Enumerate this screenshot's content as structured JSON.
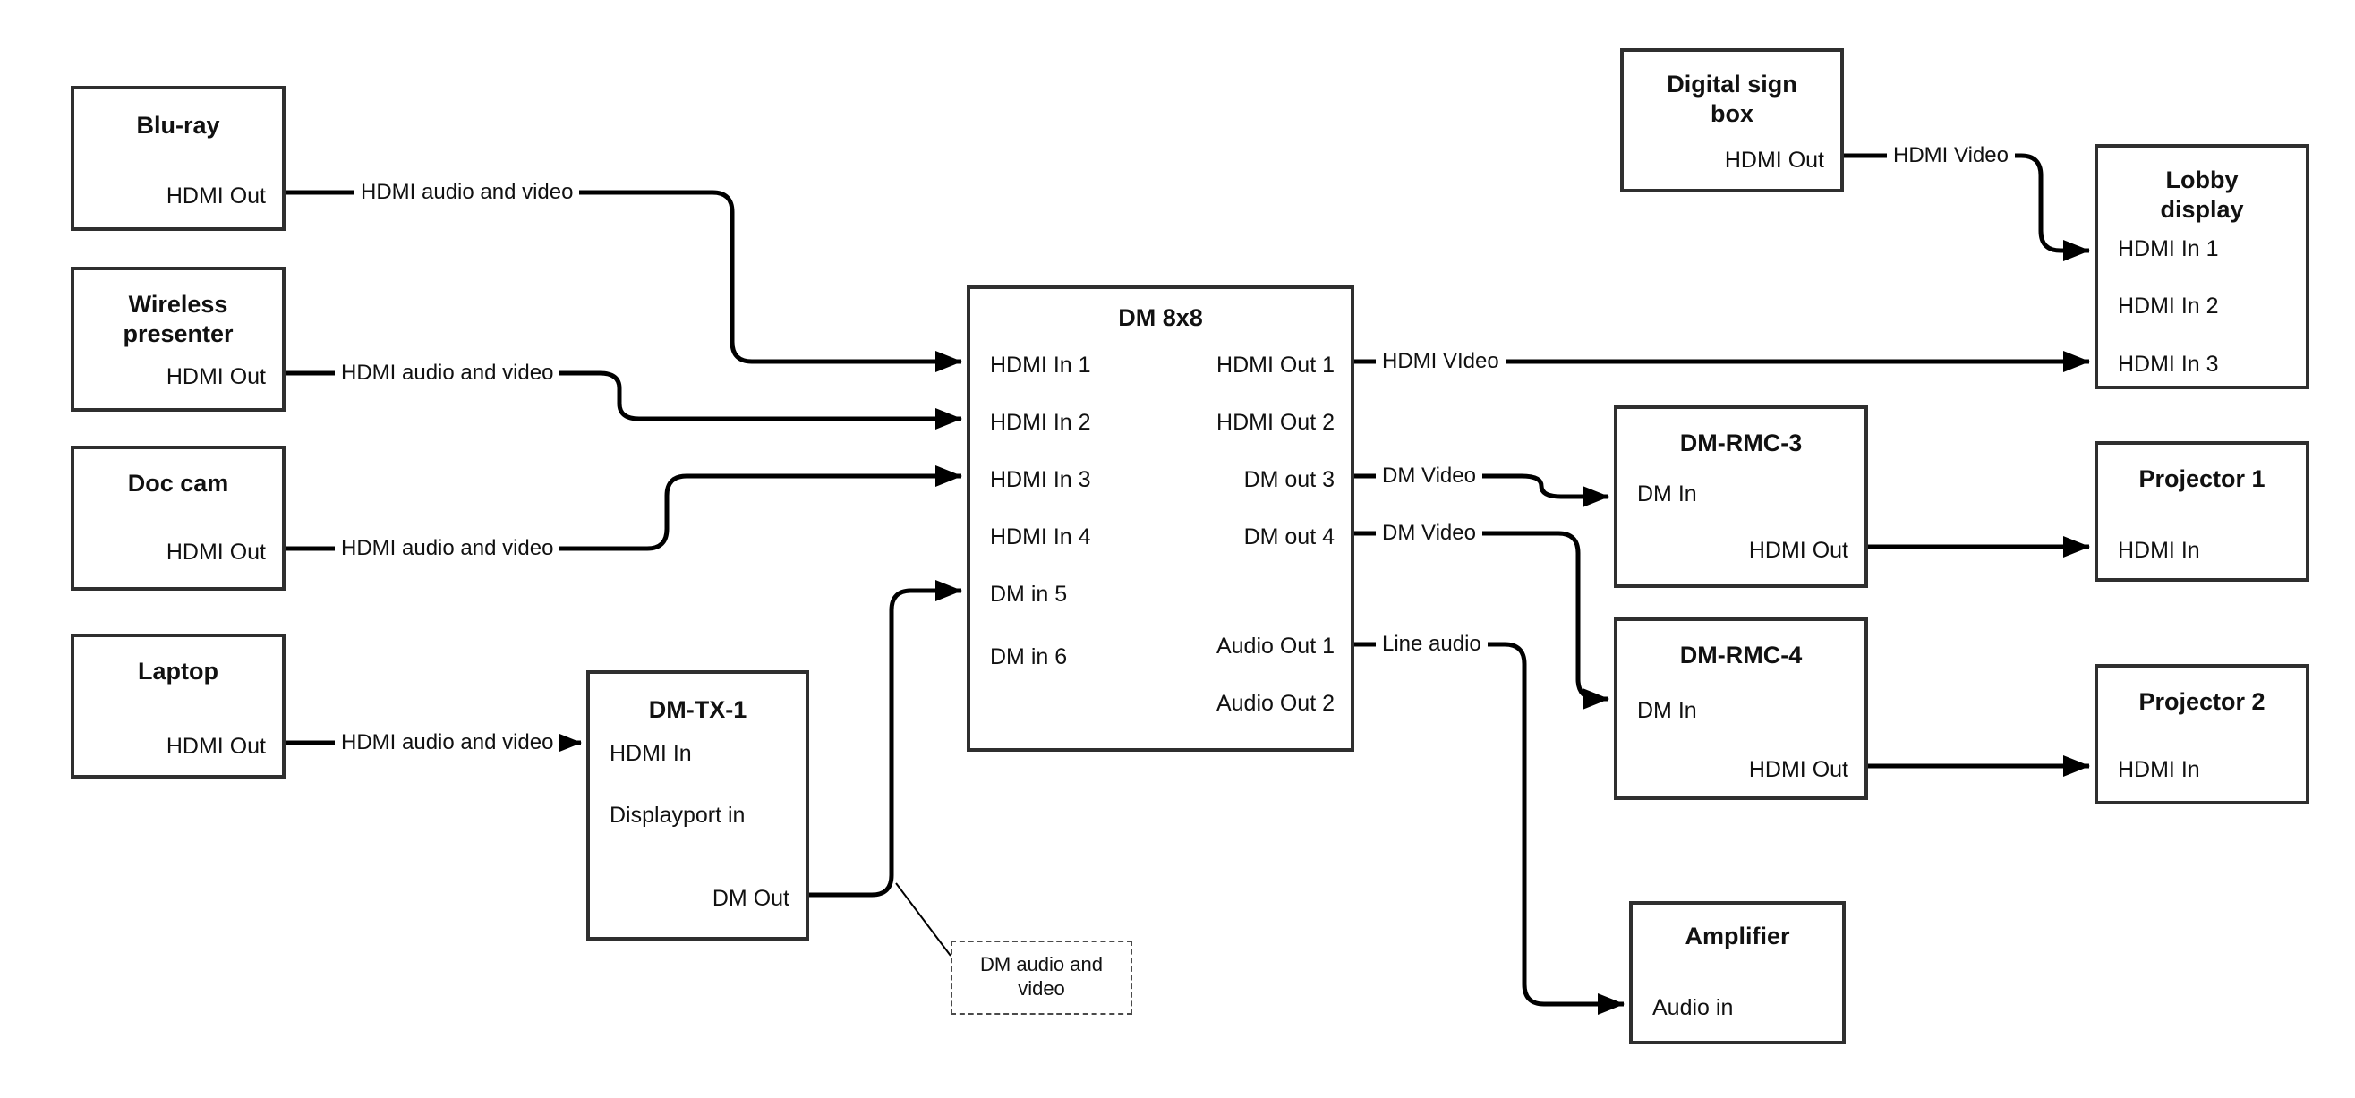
{
  "colors": {
    "background": "#ffffff",
    "wire": "#000000",
    "box_border": "#2f2f2f",
    "text": "#111111"
  },
  "nodes": {
    "bluray": {
      "title": "Blu-ray",
      "port_hdmi_out": "HDMI Out"
    },
    "wireless_presenter": {
      "title_line1": "Wireless",
      "title_line2": "presenter",
      "port_hdmi_out": "HDMI Out"
    },
    "doc_cam": {
      "title": "Doc cam",
      "port_hdmi_out": "HDMI Out"
    },
    "laptop": {
      "title": "Laptop",
      "port_hdmi_out": "HDMI Out"
    },
    "dm_tx_1": {
      "title": "DM-TX-1",
      "port_hdmi_in": "HDMI In",
      "port_displayport_in": "Displayport in",
      "port_dm_out": "DM Out"
    },
    "dm_8x8": {
      "title": "DM 8x8",
      "port_hdmi_in_1": "HDMI In 1",
      "port_hdmi_in_2": "HDMI In 2",
      "port_hdmi_in_3": "HDMI In 3",
      "port_hdmi_in_4": "HDMI In 4",
      "port_dm_in_5": "DM in 5",
      "port_dm_in_6": "DM in 6",
      "port_hdmi_out_1": "HDMI Out 1",
      "port_hdmi_out_2": "HDMI Out 2",
      "port_dm_out_3": "DM out 3",
      "port_dm_out_4": "DM out 4",
      "port_audio_out_1": "Audio Out 1",
      "port_audio_out_2": "Audio Out 2"
    },
    "digital_sign_box": {
      "title_line1": "Digital sign",
      "title_line2": "box",
      "port_hdmi_out": "HDMI Out"
    },
    "lobby_display": {
      "title_line1": "Lobby",
      "title_line2": "display",
      "port_hdmi_in_1": "HDMI In 1",
      "port_hdmi_in_2": "HDMI In 2",
      "port_hdmi_in_3": "HDMI In 3"
    },
    "dm_rmc_3": {
      "title": "DM-RMC-3",
      "port_dm_in": "DM In",
      "port_hdmi_out": "HDMI Out"
    },
    "dm_rmc_4": {
      "title": "DM-RMC-4",
      "port_dm_in": "DM In",
      "port_hdmi_out": "HDMI Out"
    },
    "projector_1": {
      "title": "Projector 1",
      "port_hdmi_in": "HDMI In"
    },
    "projector_2": {
      "title": "Projector 2",
      "port_hdmi_in": "HDMI In"
    },
    "amplifier": {
      "title": "Amplifier",
      "port_audio_in": "Audio in"
    }
  },
  "edge_labels": {
    "bluray_to_dm8x8": "HDMI audio and video",
    "wireless_to_dm8x8": "HDMI audio and video",
    "doc_cam_to_dm8x8": "HDMI audio and video",
    "laptop_to_dm_tx_1": "HDMI audio and video",
    "digital_sign_to_lobby": "HDMI Video",
    "hdmi_out_1_to_lobby": "HDMI VIdeo",
    "dm_out_3_to_rmc_3": "DM Video",
    "dm_out_4_to_rmc_4": "DM Video",
    "audio_out_1_to_amplifier": "Line audio"
  },
  "note": {
    "line1": "DM audio and",
    "line2": "video"
  }
}
